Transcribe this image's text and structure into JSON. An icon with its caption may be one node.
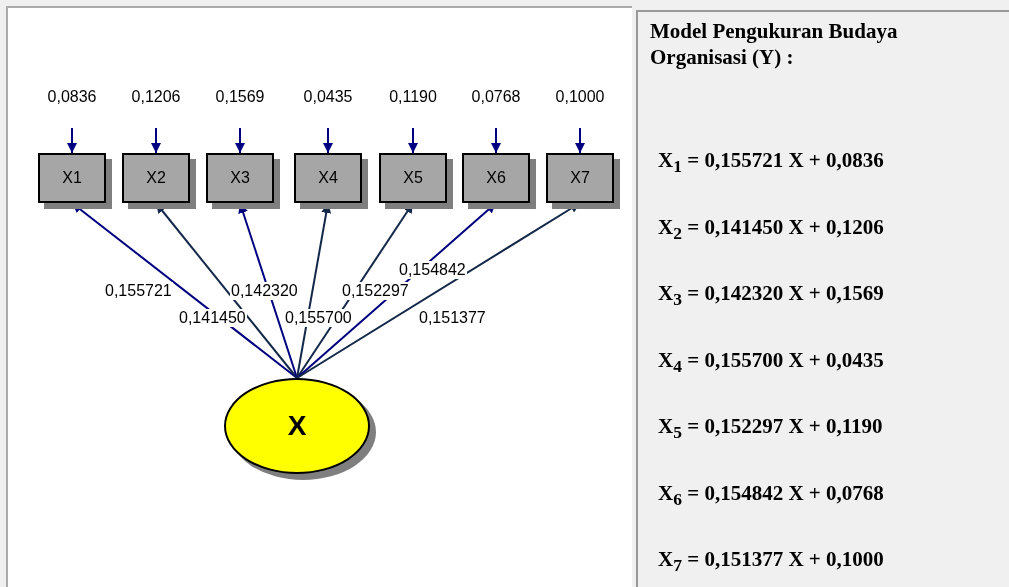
{
  "diagram": {
    "title": "Model Pengukuran Budaya Organisasi (Y) :",
    "nodes": [
      {
        "text": [
          "0,0836"
        ]
      },
      {
        "text": [
          "0,1206"
        ]
      },
      {
        "text": [
          "0,1569"
        ]
      },
      {
        "text": [
          "0,0435"
        ]
      },
      {
        "text": [
          "0,1190"
        ]
      },
      {
        "text": [
          "0,0768"
        ]
      },
      {
        "text": [
          "0,1000"
        ]
      },
      {
        "text": [
          "X1"
        ]
      },
      {
        "text": [
          "X2"
        ]
      },
      {
        "text": [
          "X3"
        ]
      },
      {
        "text": [
          "X4"
        ]
      },
      {
        "text": [
          "X5"
        ]
      },
      {
        "text": [
          "X6"
        ]
      },
      {
        "text": [
          "X7"
        ]
      },
      {
        "text": [
          "X"
        ]
      }
    ],
    "edges": [
      {
        "from": 0,
        "to": 7,
        "arrow": "to"
      },
      {
        "from": 1,
        "to": 8,
        "arrow": "to"
      },
      {
        "from": 2,
        "to": 9,
        "arrow": "to"
      },
      {
        "from": 3,
        "to": 10,
        "arrow": "to"
      },
      {
        "from": 4,
        "to": 11,
        "arrow": "to"
      },
      {
        "from": 5,
        "to": 12,
        "arrow": "to"
      },
      {
        "from": 6,
        "to": 13,
        "arrow": "to"
      },
      {
        "from": 14,
        "to": 7,
        "arrow": "to",
        "label": "0,155721"
      },
      {
        "from": 14,
        "to": 8,
        "arrow": "to",
        "label": "0,141450",
        "color": "#14284a"
      },
      {
        "from": 14,
        "to": 9,
        "arrow": "to",
        "label": "0,142320"
      },
      {
        "from": 14,
        "to": 10,
        "arrow": "to",
        "label": "0,155700",
        "color": "#14284a"
      },
      {
        "from": 14,
        "to": 11,
        "arrow": "to",
        "label": "0,152297",
        "color": "#14284a"
      },
      {
        "from": 14,
        "to": 12,
        "arrow": "to",
        "label": "0,154842"
      },
      {
        "from": 14,
        "to": 13,
        "arrow": "to",
        "label": "0,151377",
        "color": "#14284a"
      }
    ],
    "labels": [
      "X$_{1}$ = 0,155721 X + 0,0836",
      "X$_{2}$ = 0,141450 X + 0,1206",
      "X$_{3}$ = 0,142320 X + 0,1569",
      "X$_{4}$ = 0,155700 X + 0,0435",
      "X$_{5}$ = 0,152297 X + 0,1190",
      "X$_{6}$ = 0,154842 X + 0,0768",
      "X$_{7}$ = 0,151377 X + 0,1000"
    ]
  }
}
